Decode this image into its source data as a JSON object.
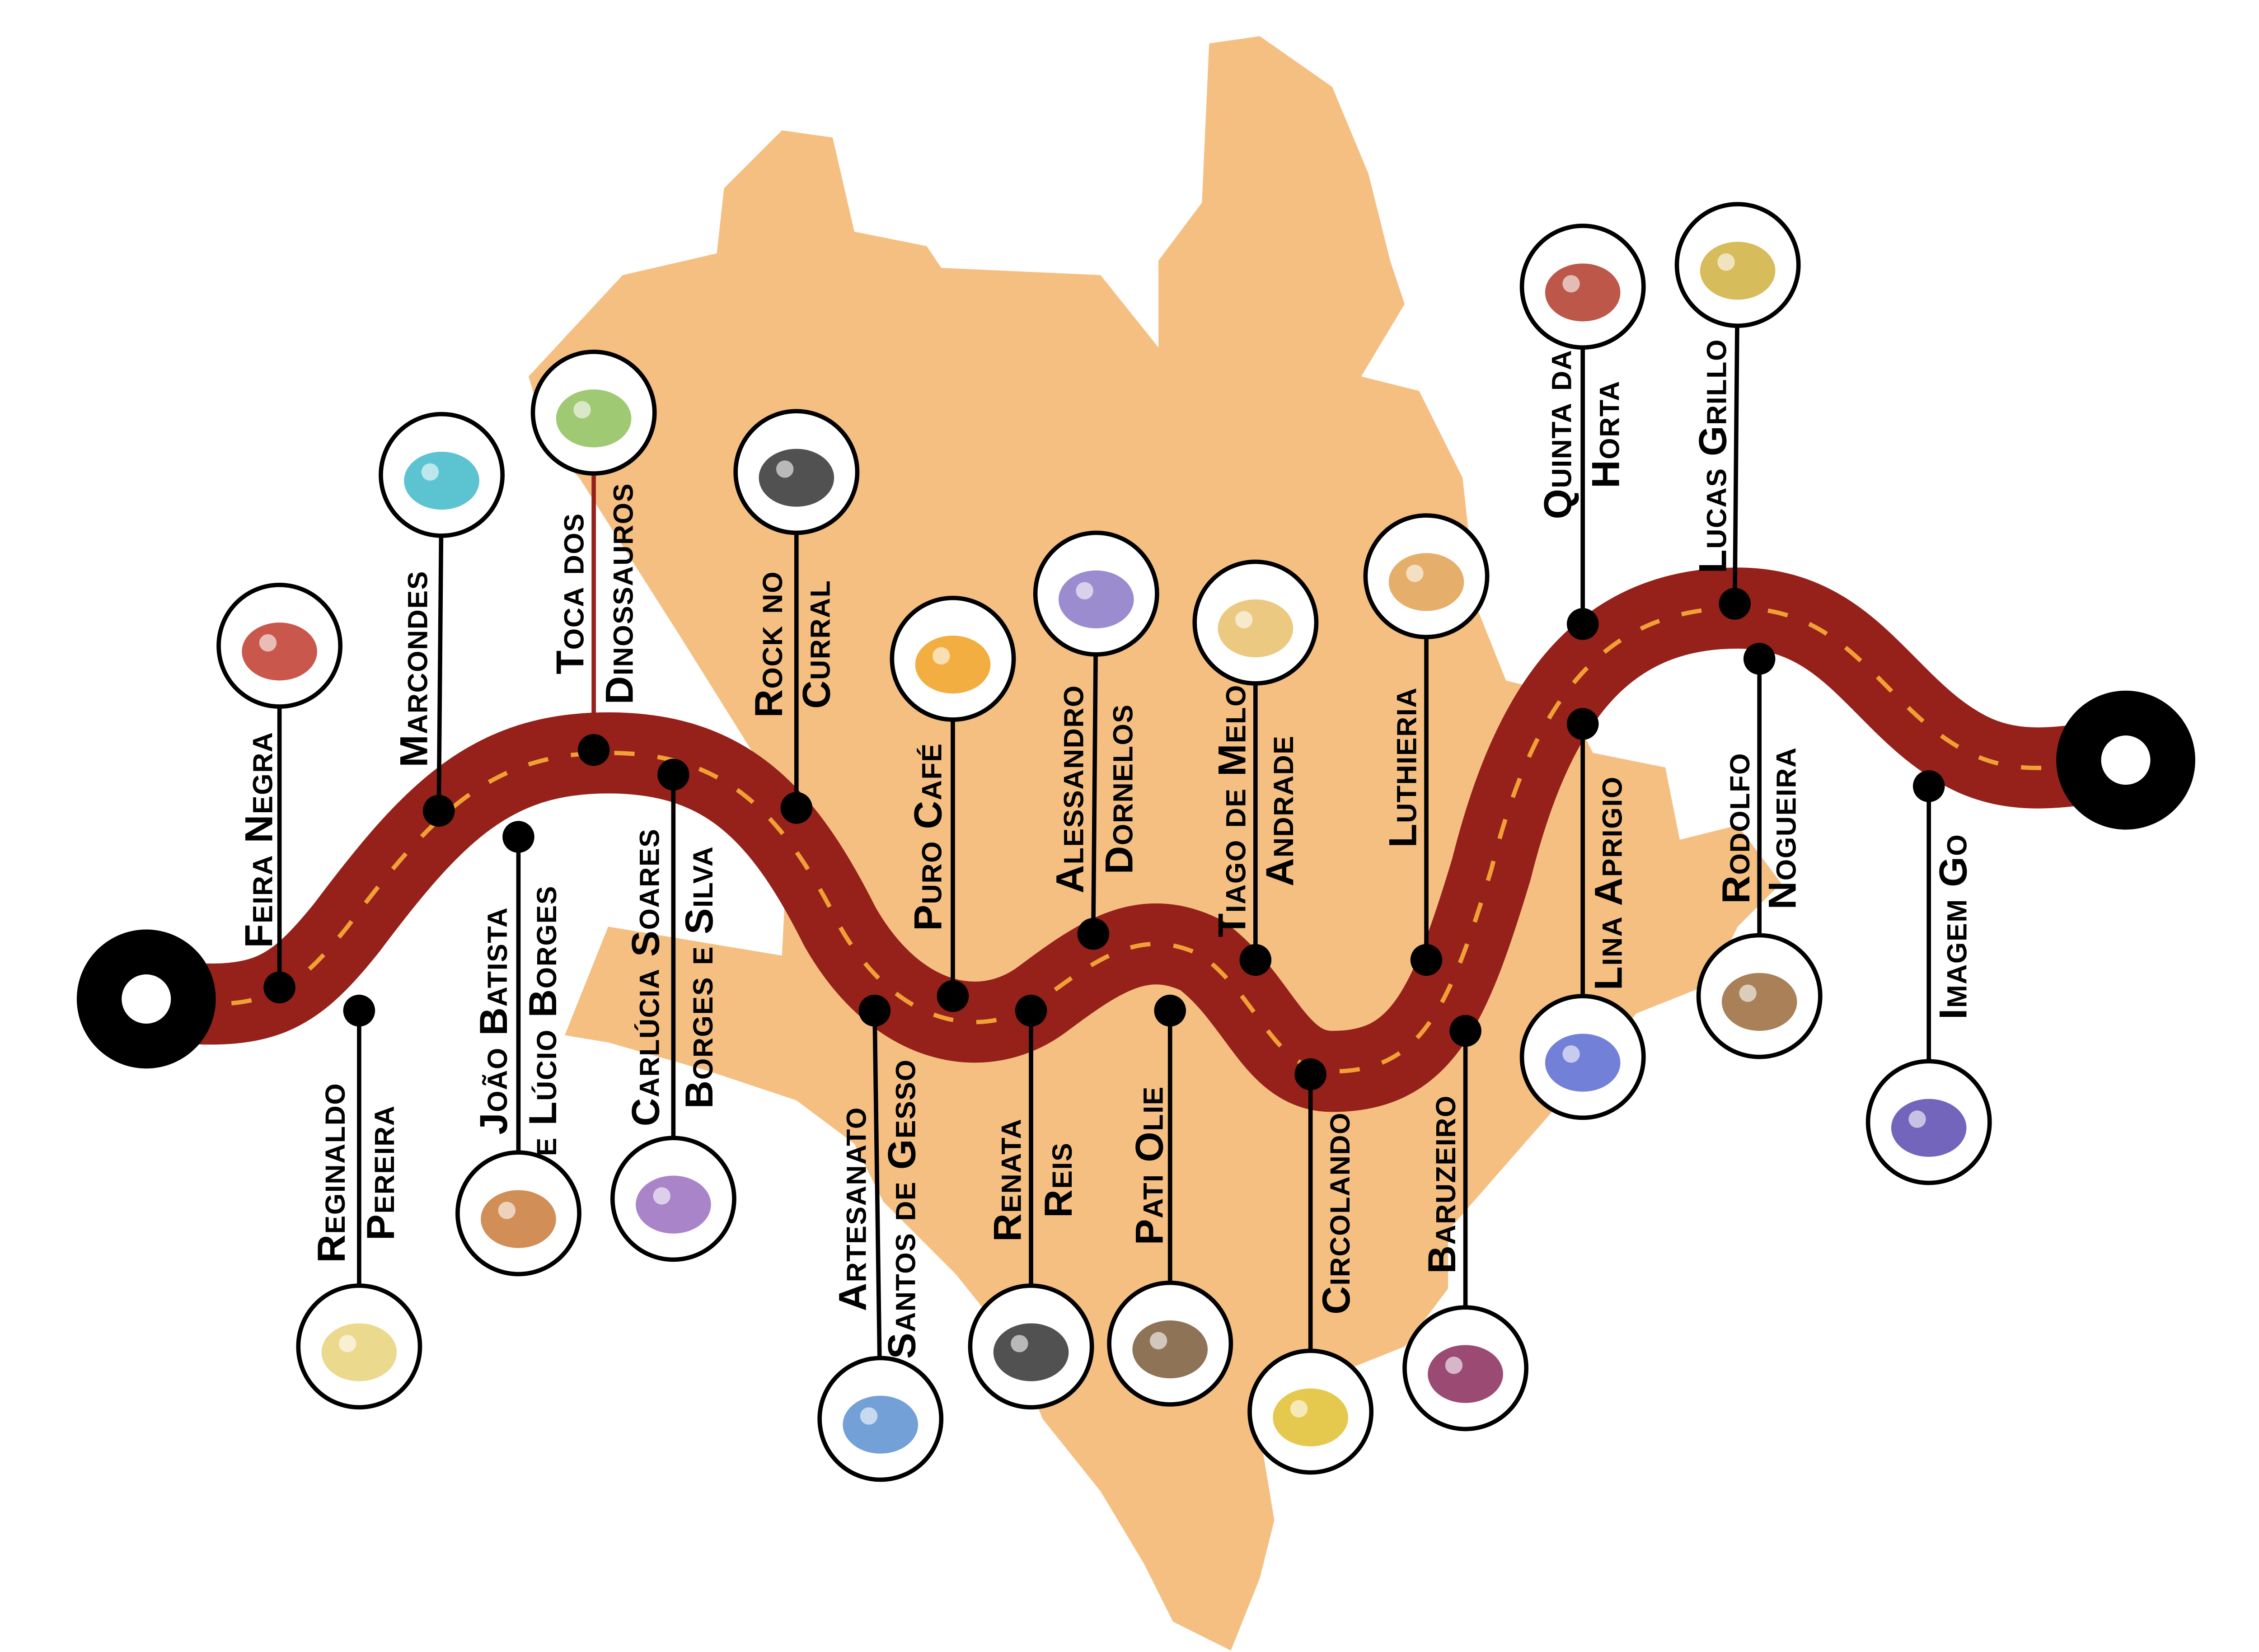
{
  "colors": {
    "map": "#f5bf82",
    "road": "#95211a",
    "dash": "#f0a035",
    "tire": "#000000"
  },
  "stops": [
    {
      "lines": [
        "Feira Negra"
      ],
      "icon": "woman-headwrap-icon",
      "color": "#c0392b"
    },
    {
      "lines": [
        "Reginaldo",
        "Pereira"
      ],
      "icon": "paint-palette-icon",
      "color": "#e8d27a"
    },
    {
      "lines": [
        "Marcondes"
      ],
      "icon": "architect-blueprint-icon",
      "color": "#3fb8c8"
    },
    {
      "lines": [
        "João Batista",
        "e Lúcio Borges"
      ],
      "icon": "guitar-hat-icon",
      "color": "#c97a3a"
    },
    {
      "lines": [
        "Toca dos",
        "Dinossauros"
      ],
      "icon": "dinosaur-icon",
      "color": "#8fbf5a"
    },
    {
      "lines": [
        "Carlúcia Soares",
        "Borges e Silva"
      ],
      "icon": "macarons-icon",
      "color": "#9b6fc0"
    },
    {
      "lines": [
        "Rock no",
        "Curral"
      ],
      "icon": "electric-guitar-icon",
      "color": "#333333"
    },
    {
      "lines": [
        "Artesanato",
        "Santos de Gesso"
      ],
      "icon": "brushes-icon",
      "color": "#5b8fd0"
    },
    {
      "lines": [
        "Puro Café"
      ],
      "icon": "coffee-cup-icon",
      "color": "#f0a020"
    },
    {
      "lines": [
        "Renata",
        "Reis"
      ],
      "icon": "camera-icon",
      "color": "#333333"
    },
    {
      "lines": [
        "Alessandro",
        "Dornelos"
      ],
      "icon": "books-icon",
      "color": "#8a78c8"
    },
    {
      "lines": [
        "Pati Olie"
      ],
      "icon": "pincushion-icon",
      "color": "#7a5a3a"
    },
    {
      "lines": [
        "Tiago de Melo",
        "Andrade"
      ],
      "icon": "open-book-icon",
      "color": "#e8c06a"
    },
    {
      "lines": [
        "Circolando"
      ],
      "icon": "juggler-icon",
      "color": "#e0c030"
    },
    {
      "lines": [
        "Luthieria"
      ],
      "icon": "acoustic-guitar-icon",
      "color": "#e0a050"
    },
    {
      "lines": [
        "Baruzeiro"
      ],
      "icon": "necklace-icon",
      "color": "#8a2a5a"
    },
    {
      "lines": [
        "Quinta da",
        "Horta"
      ],
      "icon": "steak-plate-icon",
      "color": "#b03a2a"
    },
    {
      "lines": [
        "Lina Aprigio"
      ],
      "icon": "teapot-icon",
      "color": "#5a6ad0"
    },
    {
      "lines": [
        "Lucas Grillo"
      ],
      "icon": "microphone-icon",
      "color": "#d0b040"
    },
    {
      "lines": [
        "Rodolfo",
        "Nogueira"
      ],
      "icon": "fossil-icon",
      "color": "#9a6a3a"
    },
    {
      "lines": [
        "Imagem Go"
      ],
      "icon": "camera-icon",
      "color": "#5a4ab0"
    }
  ]
}
